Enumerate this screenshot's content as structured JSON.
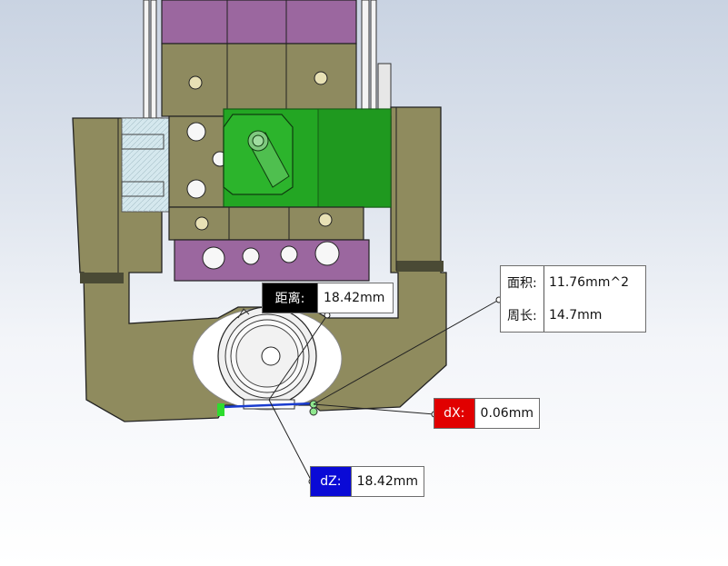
{
  "model": {
    "colors": {
      "frame": "#8f8b5e",
      "frame_dark": "#5f5c3c",
      "purple": "#9b679f",
      "block_olive": "#8e8a5f",
      "green": "#23a623",
      "transparent_part": "#d5e8ee"
    }
  },
  "measure": {
    "distance": {
      "label": "距离:",
      "value": "18.42mm",
      "key_color": "#000000"
    },
    "dz": {
      "label": "dZ:",
      "value": "18.42mm",
      "key_color": "#0a0ad6"
    },
    "dx": {
      "label": "dX:",
      "value": "0.06mm",
      "key_color": "#e10000"
    },
    "area": {
      "area_label": "面积:",
      "area_value": "11.76mm^2",
      "perimeter_label": "周长:",
      "perimeter_value": "14.7mm"
    }
  }
}
